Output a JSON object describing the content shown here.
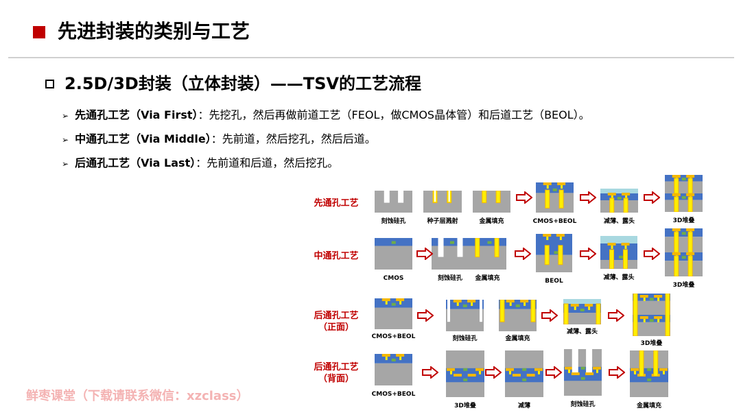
{
  "header": {
    "title": "先进封装的类别与工艺"
  },
  "section": {
    "title": "2.5D/3D封装（立体封装）——TSV的工艺流程"
  },
  "bullets": [
    {
      "term": "先通孔工艺（Via First）",
      "text": "：先挖孔，然后再做前道工艺（FEOL，做CMOS晶体管）和后道工艺（BEOL）。"
    },
    {
      "term": "中通孔工艺（Via Middle）",
      "text": "：先前道，然后挖孔，然后后道。"
    },
    {
      "term": "后通孔工艺（Via Last）",
      "text": "：先前道和后道，然后挖孔。"
    }
  ],
  "diagram": {
    "rows": [
      {
        "label": "先通孔工艺",
        "steps": [
          "刻蚀硅孔",
          "种子层溅射",
          "金属填充",
          "CMOS+BEOL",
          "减薄、露头",
          "3D堆叠"
        ]
      },
      {
        "label": "中通孔工艺",
        "steps": [
          "CMOS",
          "刻蚀硅孔",
          "金属填充",
          "BEOL",
          "减薄、露头",
          "3D堆叠"
        ]
      },
      {
        "label": "后通孔工艺\n（正面）",
        "steps": [
          "CMOS+BEOL",
          "刻蚀硅孔",
          "金属填充",
          "减薄、露头",
          "3D堆叠"
        ]
      },
      {
        "label": "后通孔工艺\n（背面）",
        "steps": [
          "CMOS+BEOL",
          "3D堆叠",
          "减薄",
          "刻蚀硅孔",
          "金属填充"
        ]
      }
    ],
    "colors": {
      "silicon": "#a6a6a6",
      "beol": "#4472c4",
      "metal": "#ffee00",
      "metal_edge": "#f5b800",
      "device": "#70ad47",
      "carrier": "#a8d8e0",
      "arrow": "#c00000"
    }
  },
  "watermark": "鲜枣课堂（下载请联系微信：xzclass）"
}
